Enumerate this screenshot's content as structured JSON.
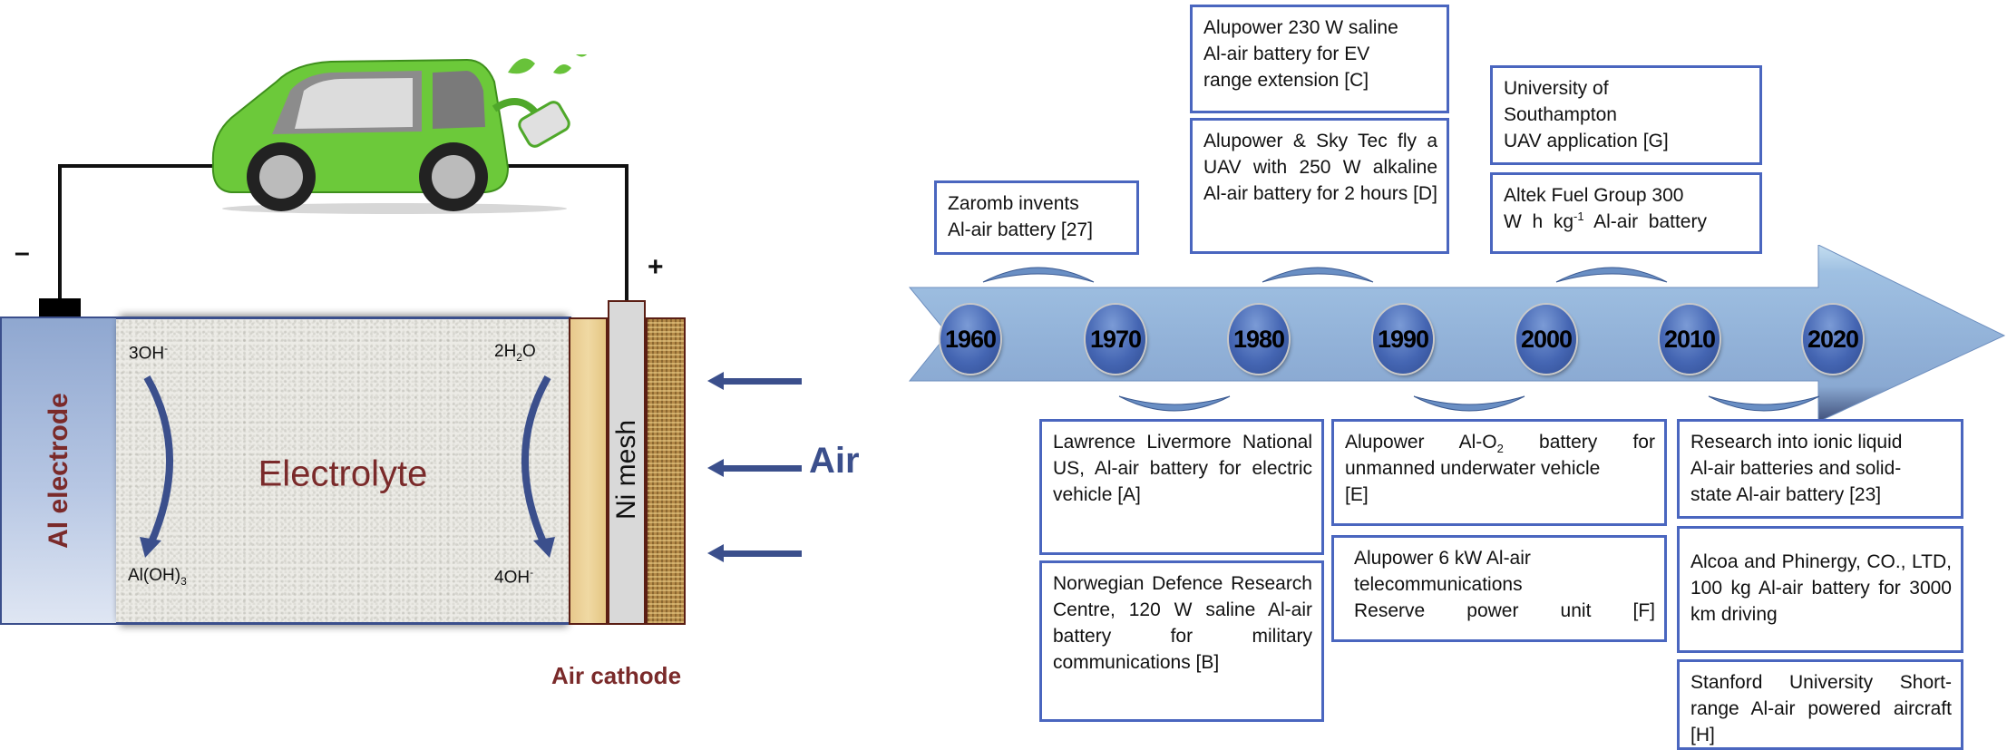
{
  "left_diagram": {
    "negative_sign": "–",
    "positive_sign": "+",
    "al_electrode_label": "Al electrode",
    "electrolyte_label": "Electrolyte",
    "ni_mesh_label": "Ni mesh",
    "air_cathode_label": "Air cathode",
    "air_label": "Air",
    "anode_reaction": {
      "reactant": "3OH",
      "reactant_charge": "-",
      "product": "Al(OH)",
      "product_sub": "3"
    },
    "cathode_reaction": {
      "reactant_pre": "2H",
      "reactant_sub": "2",
      "reactant_post": "O",
      "product": "4OH",
      "product_charge": "-"
    },
    "car_icon": "electric-car-icon",
    "colors": {
      "electrode_text": "#7a2a2a",
      "arrow": "#3b4f8c",
      "car": "#5fbf2a"
    }
  },
  "timeline": {
    "years": [
      "1960",
      "1970",
      "1980",
      "1990",
      "2000",
      "2010",
      "2020"
    ],
    "events_above": [
      {
        "id": "zaromb",
        "lines": [
          "Zaromb invents",
          "Al-air battery [27]"
        ]
      },
      {
        "id": "alupower-230w",
        "lines": [
          "Alupower 230 W saline",
          "Al-air battery for EV",
          "range extension [C]"
        ]
      },
      {
        "id": "alupower-skytec",
        "text": "Alupower & Sky Tec fly a UAV with 250 W alkaline Al-air battery for 2 hours [D]"
      },
      {
        "id": "southampton",
        "lines": [
          "University of",
          "Southampton",
          "UAV application [G]"
        ]
      },
      {
        "id": "altek",
        "line1": "Altek Fuel Group 300",
        "line2_pre": "W  h  kg",
        "line2_sup": "-1",
        "line2_post": "  Al-air  battery"
      }
    ],
    "events_below": [
      {
        "id": "lawrence",
        "text": "Lawrence Livermore National US, Al-air battery for electric vehicle [A]"
      },
      {
        "id": "norwegian",
        "text": "Norwegian Defence Research Centre, 120 W saline Al-air battery for military communications [B]"
      },
      {
        "id": "alupower-o2",
        "pre": "Alupower Al-O",
        "sub": "2",
        "post": " battery for unmanned underwater vehicle",
        "ref": "[E]"
      },
      {
        "id": "alupower-6kw",
        "lines": [
          "Alupower 6 kW Al-air",
          "telecommunications"
        ],
        "last": "Reserve power unit [F]"
      },
      {
        "id": "ionic-liquid",
        "lines": [
          "Research into ionic liquid",
          "Al-air batteries and solid-",
          "state Al-air battery [23]"
        ]
      },
      {
        "id": "alcoa",
        "text": "Alcoa and Phinergy, CO., LTD, 100 kg Al-air battery for 3000 km driving"
      },
      {
        "id": "stanford",
        "text": "Stanford University Short-range Al-air powered aircraft [H]"
      }
    ],
    "colors": {
      "box_border": "#4a66bf",
      "arrow_body": "#8fb0d8",
      "year_bubble": "#4566b3"
    }
  }
}
